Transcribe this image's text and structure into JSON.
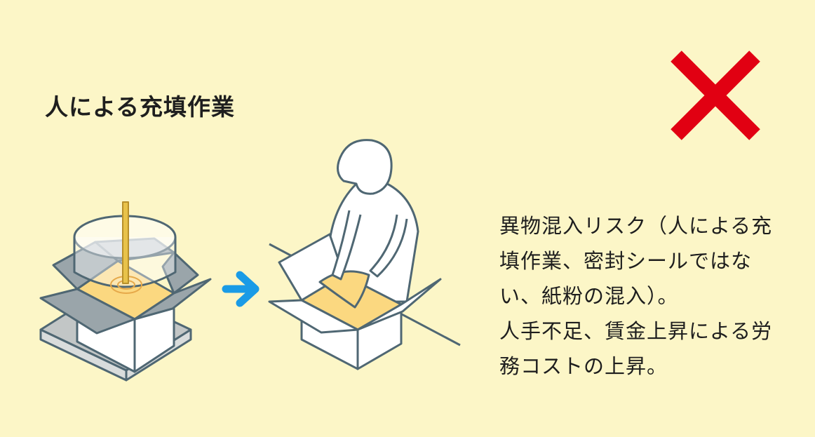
{
  "title": "人による充填作業",
  "description": {
    "paragraph1_line1": "異物混入リスク（人による充",
    "paragraph1_line2": "填作業、密封シールではな",
    "paragraph1_line3": "い、紙粉の混入）。",
    "paragraph2_line1": "人手不足、賃金上昇による労",
    "paragraph2_line2": "務コストの上昇。"
  },
  "icons": {
    "negative_mark": "cross-icon",
    "flow_arrow": "arrow-right-icon"
  },
  "colors": {
    "background": "#fcf6c7",
    "cross": "#e10012",
    "arrow": "#1a9be6",
    "outline": "#4f6773",
    "fill_yellow": "#fbd880",
    "box_shadow": "#c2c6c6"
  }
}
